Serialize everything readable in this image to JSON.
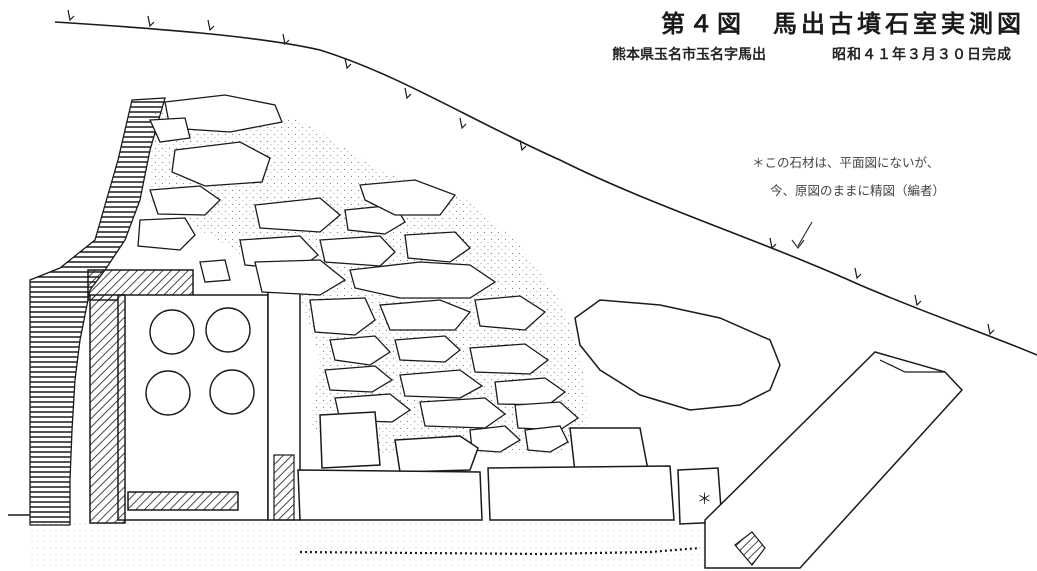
{
  "figure": {
    "title": "第４図　馬出古墳石室実測図",
    "location": "熊本県玉名市玉名字馬出",
    "completion_date": "昭和４１年３月３０日完成"
  },
  "annotation": {
    "line1": "＊この石材は、平面図にないが、",
    "line2": "今、原図のままに精図（編者）",
    "marker": "＊"
  },
  "style": {
    "ink": "#1a1a1a",
    "paper": "#ffffff",
    "stipple": "#9a9a9a"
  },
  "icons": [
    "hatched-wall-icon",
    "stone-slab-icon",
    "circular-mark-icon",
    "arrow-icon"
  ]
}
